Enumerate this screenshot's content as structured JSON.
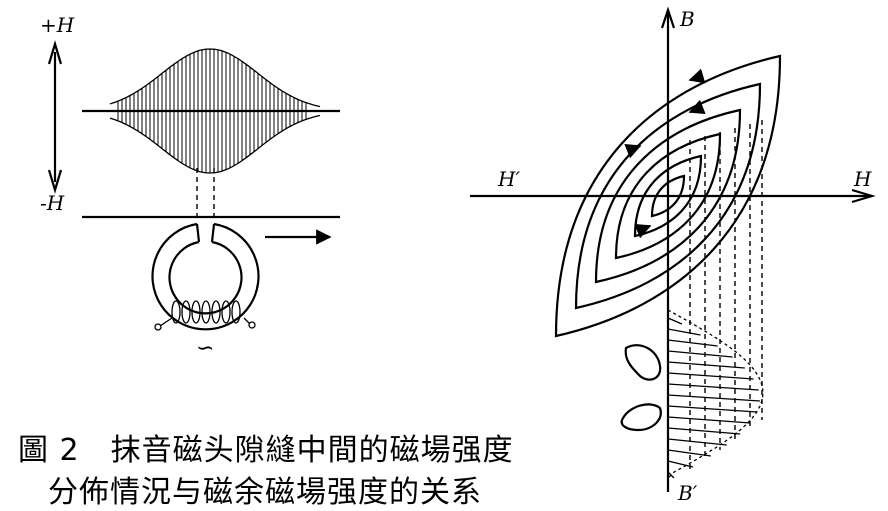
{
  "figure": {
    "left": {
      "label_plus_h": "+H",
      "label_minus_h": "-H",
      "label_coil_wave": "∽"
    },
    "right": {
      "label_b": "B",
      "label_b_prime": "B′",
      "label_h": "H",
      "label_h_prime": "H′"
    },
    "caption": {
      "line1": "圖 2　抹音磁头隙縫中間的磁場强度",
      "line2": "分佈情況与磁余磁場强度的关系"
    }
  }
}
